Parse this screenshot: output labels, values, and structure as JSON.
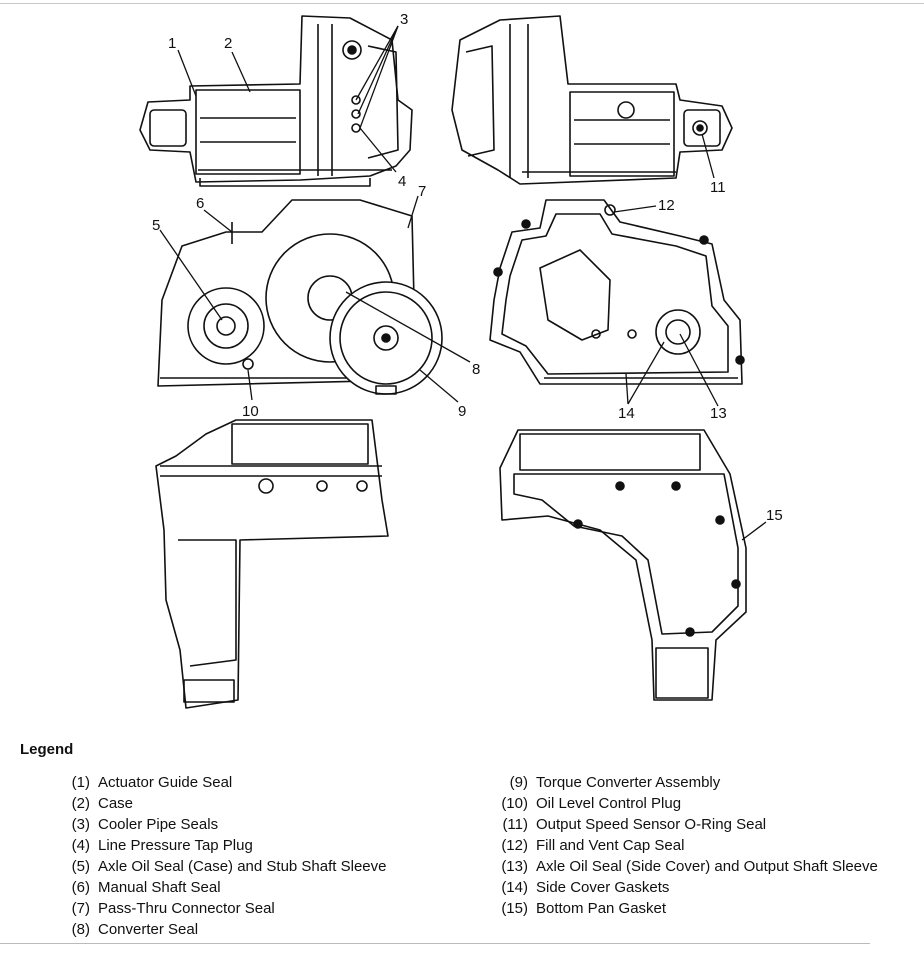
{
  "callouts": {
    "c1": "1",
    "c2": "2",
    "c3": "3",
    "c4": "4",
    "c5": "5",
    "c6": "6",
    "c7": "7",
    "c8": "8",
    "c9": "9",
    "c10": "10",
    "c11": "11",
    "c12": "12",
    "c13": "13",
    "c14": "14",
    "c15": "15"
  },
  "legend": {
    "title": "Legend",
    "items": [
      {
        "num": "(1)",
        "text": "Actuator Guide Seal"
      },
      {
        "num": "(2)",
        "text": "Case"
      },
      {
        "num": "(3)",
        "text": "Cooler Pipe Seals"
      },
      {
        "num": "(4)",
        "text": "Line Pressure Tap Plug"
      },
      {
        "num": "(5)",
        "text": "Axle Oil Seal (Case) and Stub Shaft Sleeve"
      },
      {
        "num": "(6)",
        "text": "Manual Shaft Seal"
      },
      {
        "num": "(7)",
        "text": "Pass-Thru Connector Seal"
      },
      {
        "num": "(8)",
        "text": "Converter Seal"
      },
      {
        "num": "(9)",
        "text": "Torque Converter Assembly"
      },
      {
        "num": "(10)",
        "text": "Oil Level Control Plug"
      },
      {
        "num": "(11)",
        "text": "Output Speed Sensor O-Ring Seal"
      },
      {
        "num": "(12)",
        "text": "Fill and Vent Cap Seal"
      },
      {
        "num": "(13)",
        "text": "Axle Oil Seal (Side Cover) and Output Shaft Sleeve"
      },
      {
        "num": "(14)",
        "text": "Side Cover Gaskets"
      },
      {
        "num": "(15)",
        "text": "Bottom Pan Gasket"
      }
    ]
  }
}
